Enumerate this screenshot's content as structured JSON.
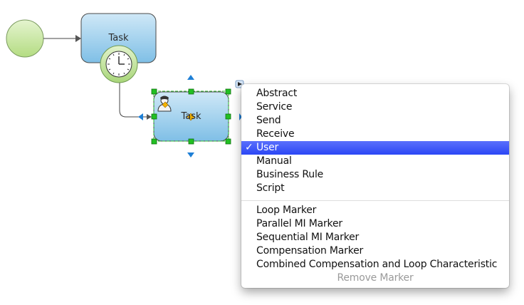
{
  "diagram": {
    "task_top": {
      "label": "Task",
      "boundary_event": "timer"
    },
    "task_selected": {
      "label": "Task",
      "type_icon": "user-icon"
    }
  },
  "menu": {
    "task_types": [
      {
        "label": "Abstract",
        "checked": false
      },
      {
        "label": "Service",
        "checked": false
      },
      {
        "label": "Send",
        "checked": false
      },
      {
        "label": "Receive",
        "checked": false
      },
      {
        "label": "User",
        "checked": true,
        "check_glyph": "✓"
      },
      {
        "label": "Manual",
        "checked": false
      },
      {
        "label": "Business Rule",
        "checked": false
      },
      {
        "label": "Script",
        "checked": false
      }
    ],
    "markers": [
      {
        "label": "Loop Marker"
      },
      {
        "label": "Parallel MI Marker"
      },
      {
        "label": "Sequential MI Marker"
      },
      {
        "label": "Compensation Marker"
      },
      {
        "label": "Combined Compensation and Loop Characteristic"
      }
    ],
    "remove": {
      "label": "Remove Marker",
      "enabled": false
    }
  },
  "colors": {
    "selection_highlight": "#3b55f7",
    "event_fill": "#c5e6a0",
    "task_fill": "#9fd0ee",
    "handle_green": "#1fb81f",
    "arrow_blue": "#1e7fd6"
  }
}
